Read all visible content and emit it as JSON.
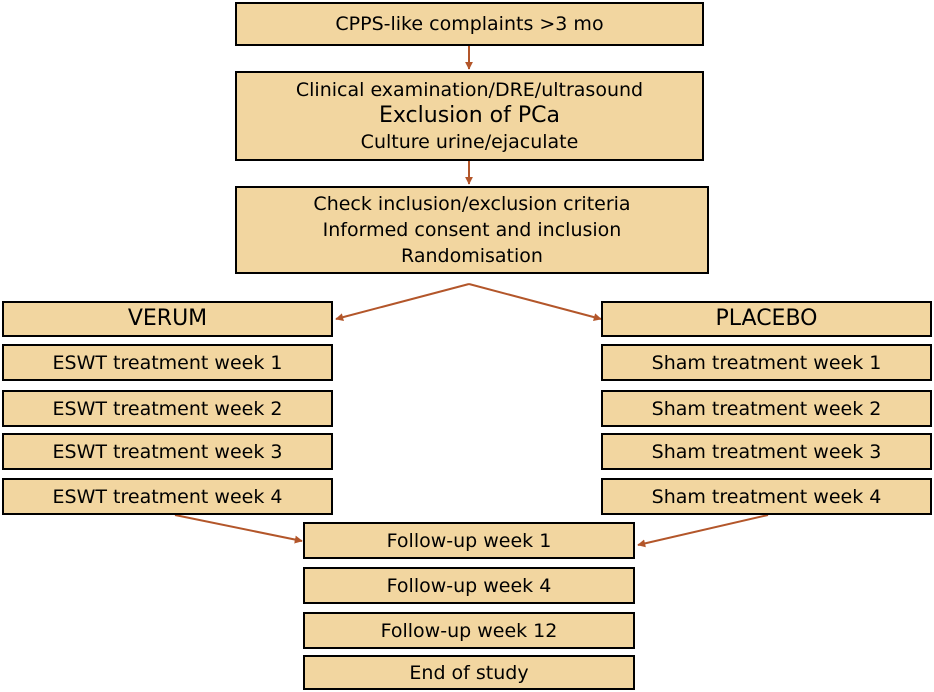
{
  "colors": {
    "box_fill": "#f2d6a0",
    "box_border": "#000000",
    "arrow": "#b3562a"
  },
  "steps": {
    "complaints": [
      "CPPS-like complaints >3 mo"
    ],
    "examination": [
      "Clinical examination/DRE/ultrasound",
      "Exclusion of PCa",
      "Culture urine/ejaculate"
    ],
    "inclusion": [
      "Check inclusion/exclusion criteria",
      "Informed consent and inclusion",
      "Randomisation"
    ]
  },
  "verum": {
    "title": "VERUM",
    "weeks": [
      "ESWT treatment week 1",
      "ESWT treatment week 2",
      "ESWT treatment week 3",
      "ESWT treatment week 4"
    ]
  },
  "placebo": {
    "title": "PLACEBO",
    "weeks": [
      "Sham treatment week 1",
      "Sham treatment week 2",
      "Sham treatment week 3",
      "Sham treatment week 4"
    ]
  },
  "follow_up": [
    "Follow-up week 1",
    "Follow-up week 4",
    "Follow-up week 12",
    "End of study"
  ]
}
